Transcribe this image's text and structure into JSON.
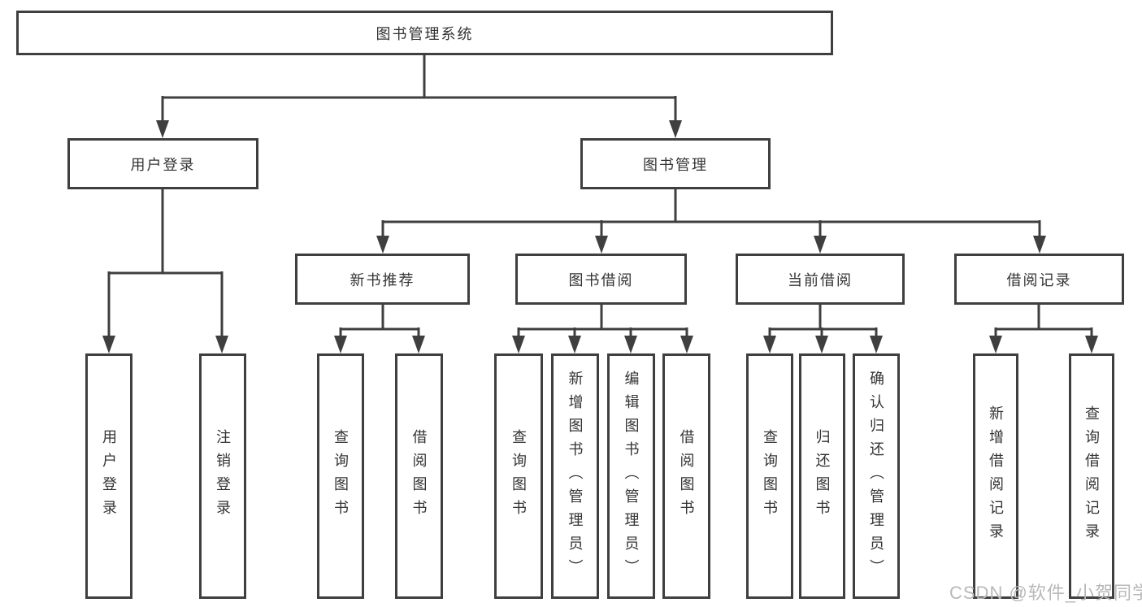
{
  "diagram": {
    "root": {
      "label": "图书管理系统"
    },
    "user_module": {
      "label": "用户登录",
      "children": [
        {
          "label": "用户登录"
        },
        {
          "label": "注销登录"
        }
      ]
    },
    "book_module": {
      "label": "图书管理",
      "children": [
        {
          "label": "新书推荐",
          "children": [
            {
              "label": "查询图书"
            },
            {
              "label": "借阅图书"
            }
          ]
        },
        {
          "label": "图书借阅",
          "children": [
            {
              "label": "查询图书"
            },
            {
              "label": "新增图书（管理员）"
            },
            {
              "label": "编辑图书（管理员）"
            },
            {
              "label": "借阅图书"
            }
          ]
        },
        {
          "label": "当前借阅",
          "children": [
            {
              "label": "查询图书"
            },
            {
              "label": "归还图书"
            },
            {
              "label": "确认归还（管理员）"
            }
          ]
        },
        {
          "label": "借阅记录",
          "children": [
            {
              "label": "新增借阅记录"
            },
            {
              "label": "查询借阅记录"
            }
          ]
        }
      ]
    }
  },
  "watermark": {
    "text": "CSDN @软件_小贺同学"
  },
  "colors": {
    "line": "#3f3f3f",
    "text": "#333333",
    "background": "#ffffff",
    "watermark": "#b8b8b8"
  }
}
